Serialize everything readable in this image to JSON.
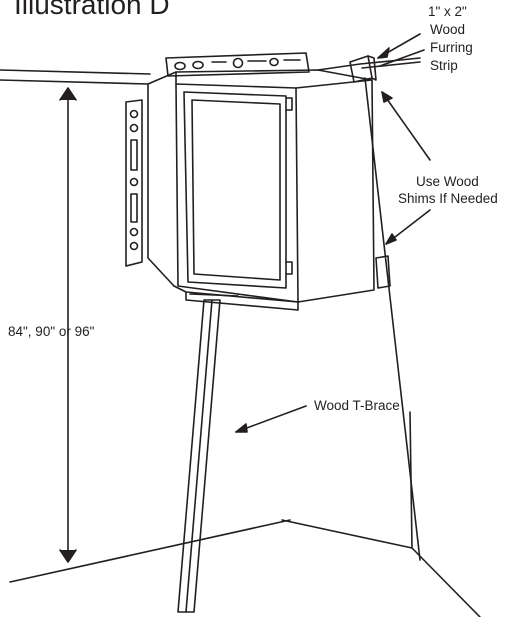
{
  "title": "Illustration D",
  "labels": {
    "furring_line1": "1\" x 2\"",
    "furring_line2": "Wood",
    "furring_line3": "Furring",
    "furring_line4": "Strip",
    "shims_line1": "Use Wood",
    "shims_line2": "Shims If Needed",
    "height": "84\", 90\" or 96\"",
    "brace": "Wood T-Brace"
  }
}
